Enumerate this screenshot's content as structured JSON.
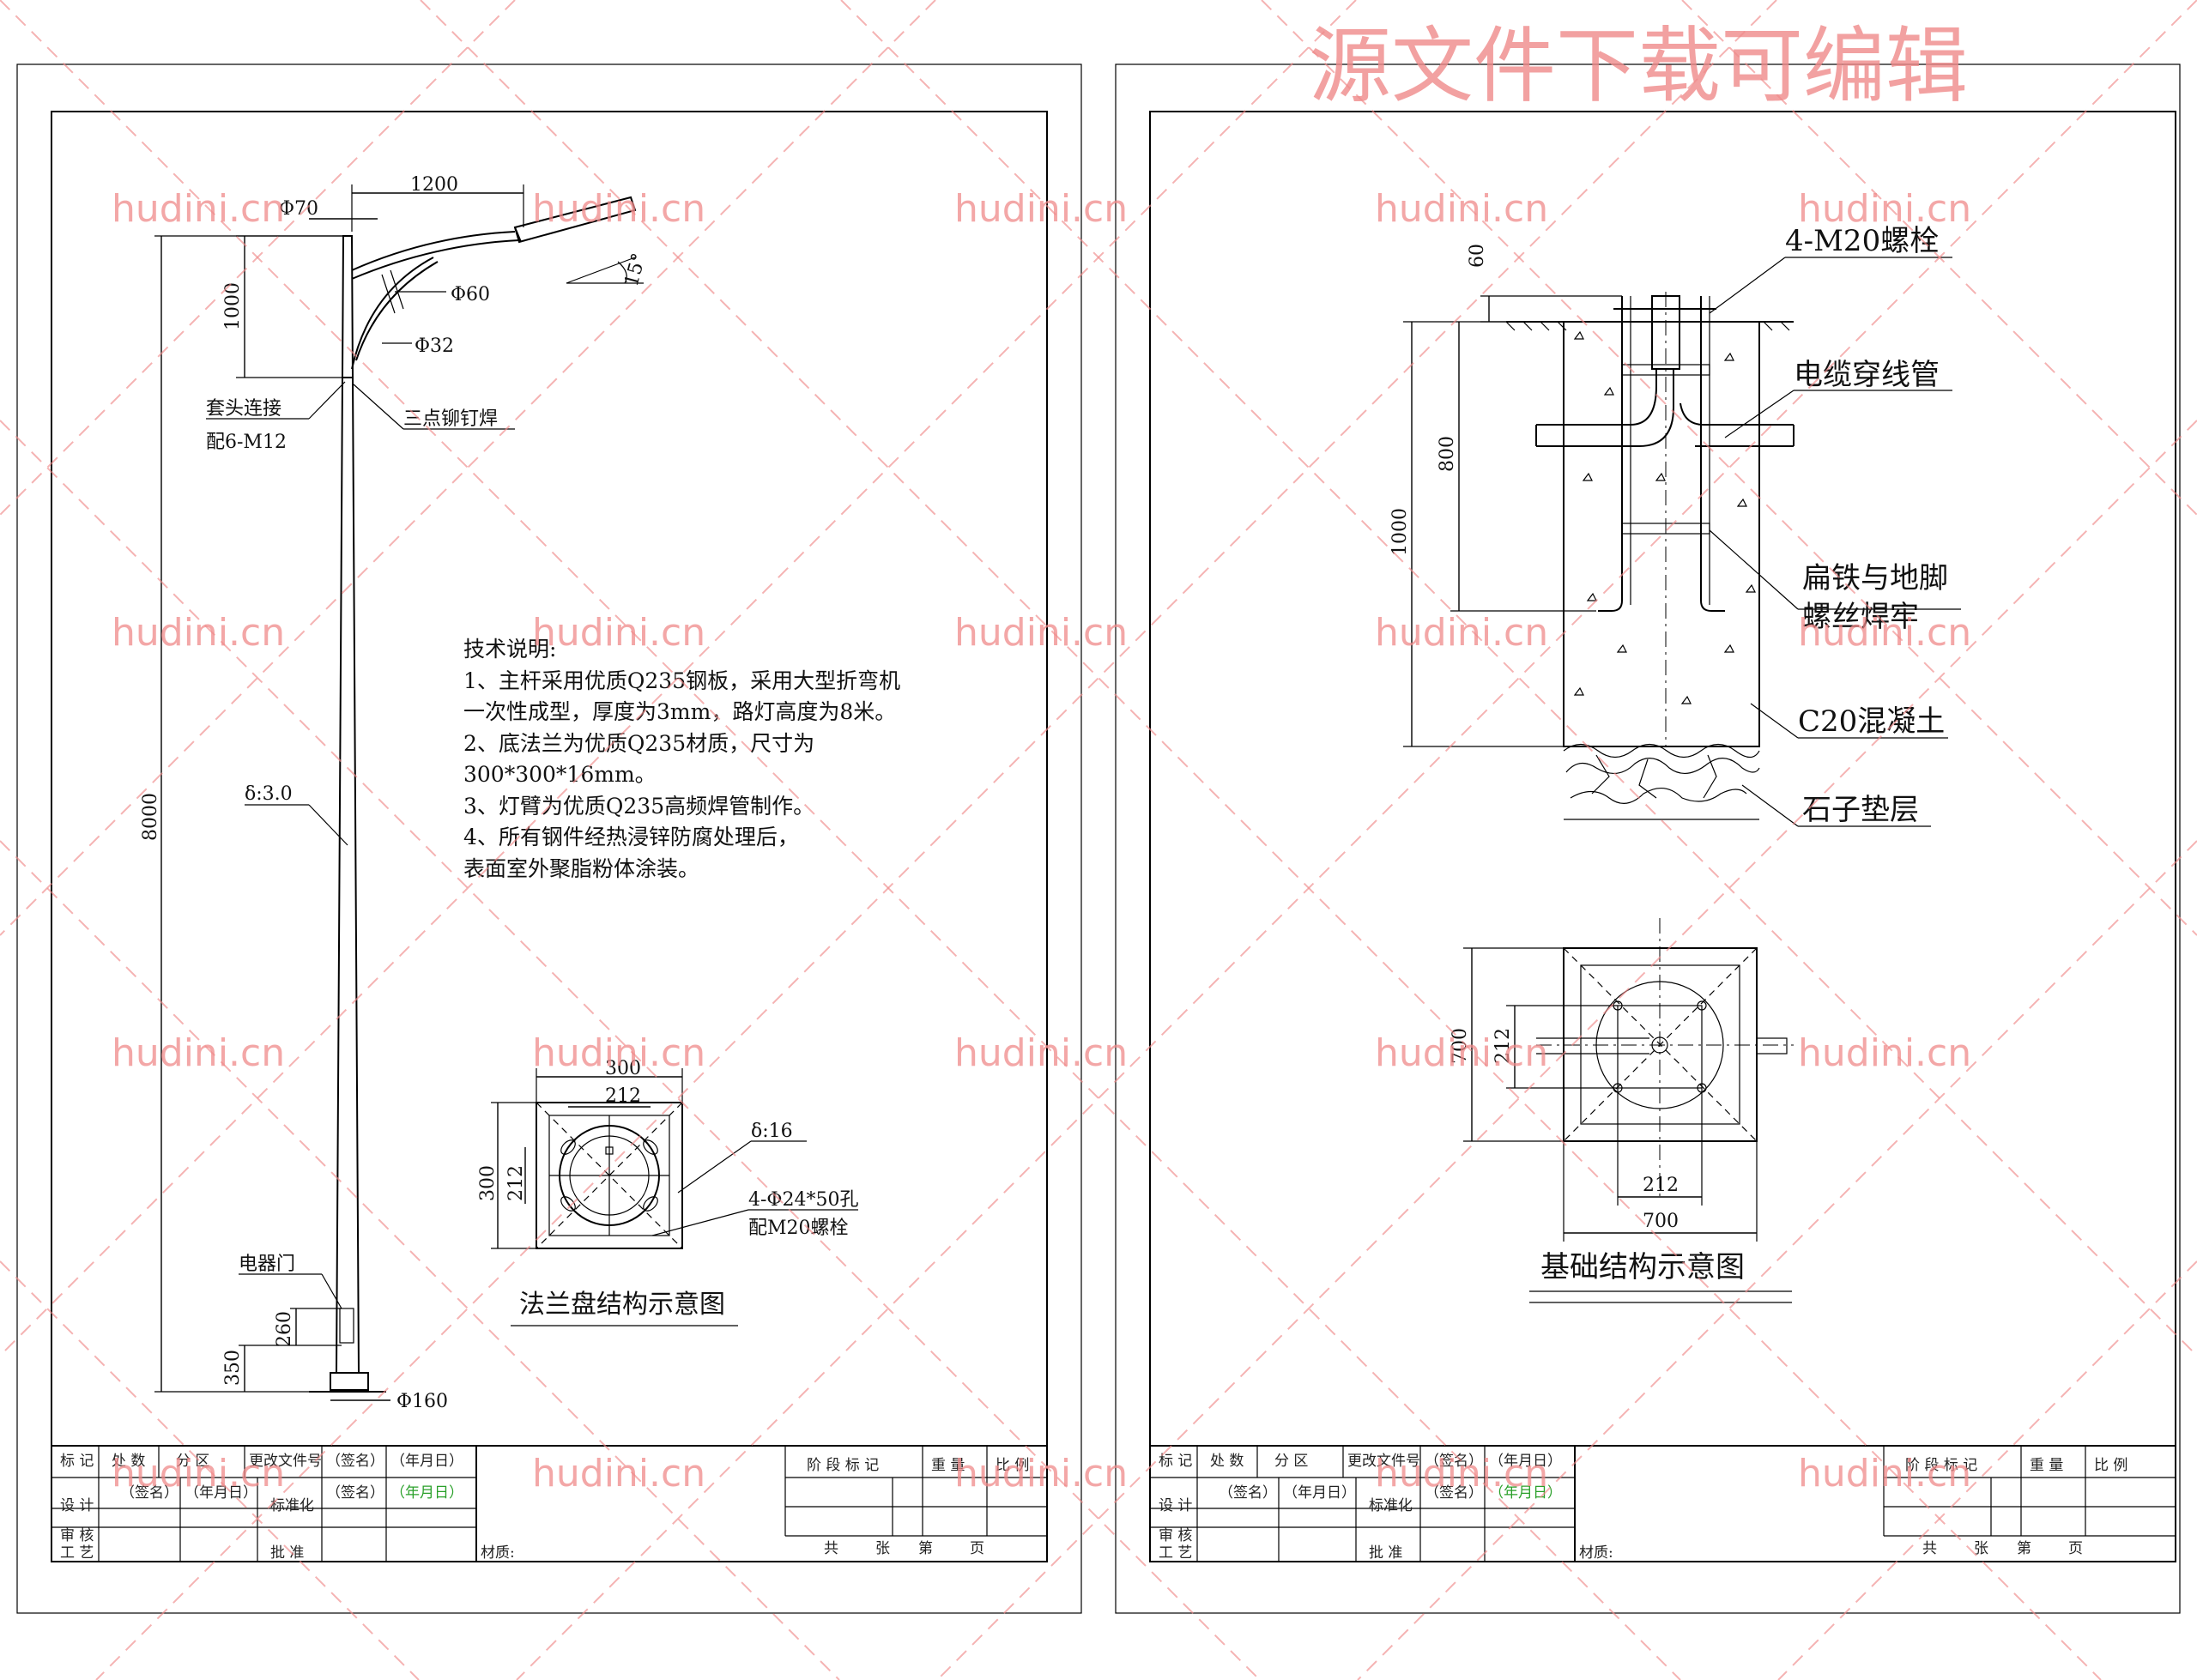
{
  "watermark": {
    "top_banner": "源文件下载可编辑",
    "site": "hudini.cn"
  },
  "left_sheet": {
    "pole": {
      "dim_arm_length": "1200",
      "dim_top_dia": "Φ70",
      "dim_arm_rise": "1000",
      "dim_arm_pipe": "Φ60",
      "dim_brace_pipe": "Φ32",
      "dim_angle": "15°",
      "label_sleeve": "套头连接",
      "label_sleeve_bolts": "配6-M12",
      "label_rivet": "三点铆钉焊",
      "dim_height": "8000",
      "dim_thickness": "δ:3.0",
      "label_door": "电器门",
      "dim_door_len": "260",
      "dim_door_height": "350",
      "dim_base_dia": "Φ160"
    },
    "notes": {
      "title": "技术说明:",
      "lines": [
        "1、主杆采用优质Q235钢板，采用大型折弯机",
        "一次性成型，厚度为3mm，路灯高度为8米。",
        "2、底法兰为优质Q235材质，尺寸为",
        "300*300*16mm。",
        "3、灯臂为优质Q235高频焊管制作。",
        "4、所有钢件经热浸锌防腐处理后，",
        "表面室外聚脂粉体涂装。"
      ]
    },
    "flange": {
      "dim_outer": "300",
      "dim_inner": "212",
      "dim_side_outer": "300",
      "dim_side_inner": "212",
      "dim_thickness": "δ:16",
      "label_holes": "4-Φ24*50孔",
      "label_bolts": "配M20螺栓",
      "caption": "法兰盘结构示意图"
    }
  },
  "right_sheet": {
    "section": {
      "label_bolts": "4-M20螺栓",
      "label_conduit": "电缆穿线管",
      "label_weld_1": "扁铁与地脚",
      "label_weld_2": "螺丝焊牢",
      "label_concrete": "C20混凝土",
      "label_gravel": "石子垫层",
      "dim_protrude": "60",
      "dim_bolt_len": "800",
      "dim_depth": "1000"
    },
    "plan": {
      "dim_side": "700",
      "dim_bolt_spacing": "212",
      "dim_bottom_inner": "212",
      "dim_bottom_outer": "700",
      "caption": "基础结构示意图"
    }
  },
  "title_block": {
    "row1": [
      "标 记",
      "处 数",
      "分 区",
      "更改文件号",
      "（签名）",
      "（年月日）"
    ],
    "row2": [
      "设 计",
      "（签名）",
      "（年月日）",
      "标准化",
      "（签名）",
      "（年月日）"
    ],
    "row3": [
      "审 核"
    ],
    "row4": [
      "工 艺",
      "批 准"
    ],
    "stage_mark": "阶 段 标 记",
    "weight": "重 量",
    "scale": "比 例",
    "material": "材质:",
    "sheets": [
      "共",
      "张",
      "第",
      "页"
    ]
  }
}
